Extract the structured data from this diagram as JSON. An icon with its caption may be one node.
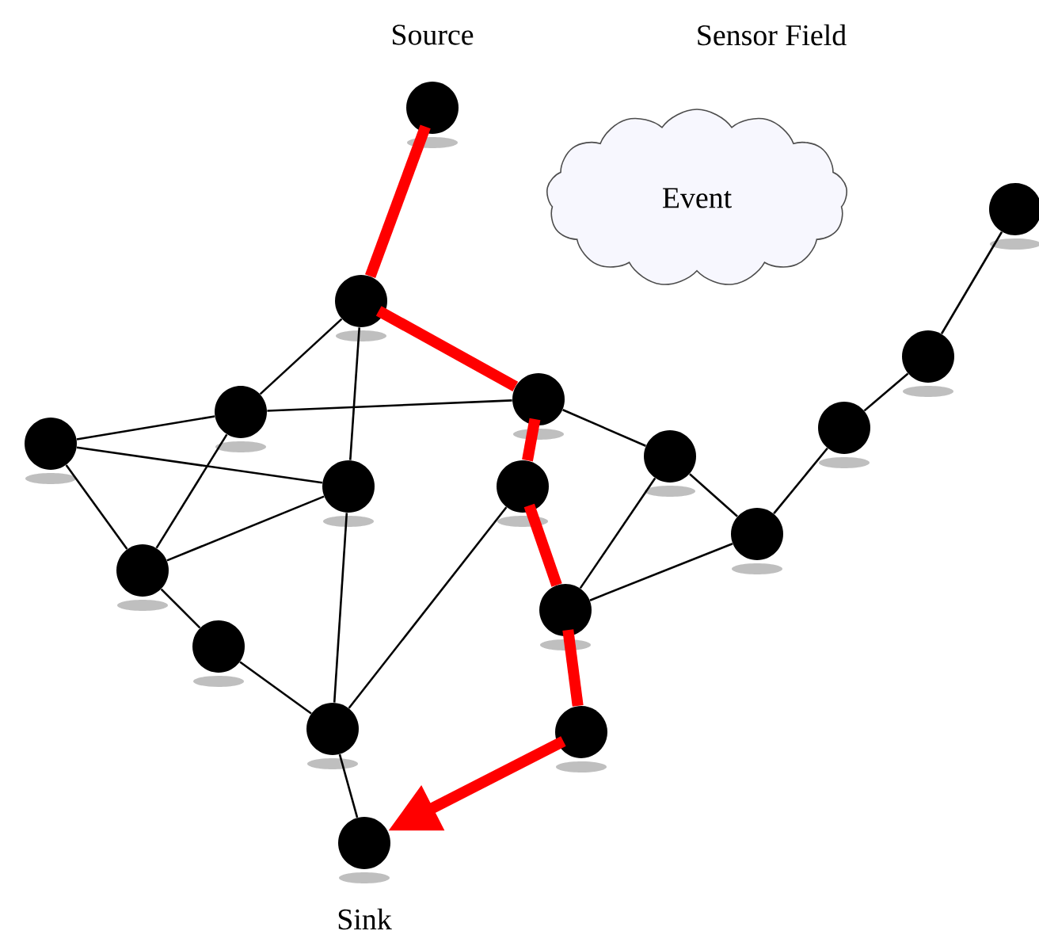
{
  "diagram": {
    "nodes": [
      {
        "text": [],
        "shape": "circle",
        "beside": [
          "Source"
        ]
      },
      {
        "text": [
          "Event"
        ]
      },
      {
        "text": [],
        "shape": "circle"
      },
      {
        "text": [],
        "shape": "circle"
      },
      {
        "text": [],
        "shape": "circle"
      },
      {
        "text": [],
        "shape": "circle"
      },
      {
        "text": [],
        "shape": "circle"
      },
      {
        "text": [],
        "shape": "circle"
      },
      {
        "text": [],
        "shape": "circle"
      },
      {
        "text": [],
        "shape": "circle"
      },
      {
        "text": [],
        "shape": "circle"
      },
      {
        "text": [],
        "shape": "circle"
      },
      {
        "text": [],
        "shape": "circle"
      },
      {
        "text": [],
        "shape": "circle"
      },
      {
        "text": [],
        "shape": "circle"
      },
      {
        "text": [],
        "shape": "circle"
      },
      {
        "text": [],
        "shape": "circle"
      },
      {
        "text": [],
        "shape": "circle"
      },
      {
        "text": [],
        "shape": "circle",
        "beside": [
          "Sink"
        ]
      }
    ],
    "edges": [
      {
        "from": 0,
        "to": 3,
        "arrow": "none",
        "style": "thick",
        "color": "#ff0000"
      },
      {
        "from": 3,
        "to": 5,
        "arrow": "none",
        "style": "thick",
        "color": "#ff0000"
      },
      {
        "from": 5,
        "to": 11,
        "arrow": "none",
        "style": "thick",
        "color": "#ff0000"
      },
      {
        "from": 11,
        "to": 14,
        "arrow": "none",
        "style": "thick",
        "color": "#ff0000"
      },
      {
        "from": 14,
        "to": 17,
        "arrow": "none",
        "style": "thick",
        "color": "#ff0000"
      },
      {
        "from": 17,
        "to": 18,
        "arrow": "to",
        "style": "thick",
        "color": "#ff0000"
      },
      {
        "from": 3,
        "to": 6,
        "arrow": "none"
      },
      {
        "from": 3,
        "to": 10,
        "arrow": "none"
      },
      {
        "from": 6,
        "to": 5,
        "arrow": "none"
      },
      {
        "from": 6,
        "to": 8,
        "arrow": "none"
      },
      {
        "from": 6,
        "to": 13,
        "arrow": "none"
      },
      {
        "from": 8,
        "to": 10,
        "arrow": "none"
      },
      {
        "from": 8,
        "to": 13,
        "arrow": "none"
      },
      {
        "from": 13,
        "to": 10,
        "arrow": "none"
      },
      {
        "from": 13,
        "to": 15,
        "arrow": "none"
      },
      {
        "from": 10,
        "to": 16,
        "arrow": "none"
      },
      {
        "from": 15,
        "to": 16,
        "arrow": "none"
      },
      {
        "from": 16,
        "to": 18,
        "arrow": "none"
      },
      {
        "from": 16,
        "to": 11,
        "arrow": "none"
      },
      {
        "from": 5,
        "to": 9,
        "arrow": "none"
      },
      {
        "from": 9,
        "to": 12,
        "arrow": "none"
      },
      {
        "from": 9,
        "to": 14,
        "arrow": "none"
      },
      {
        "from": 12,
        "to": 14,
        "arrow": "none"
      },
      {
        "from": 12,
        "to": 7,
        "arrow": "none"
      },
      {
        "from": 7,
        "to": 4,
        "arrow": "none"
      },
      {
        "from": 4,
        "to": 2,
        "arrow": "none"
      }
    ],
    "labels": [
      "Sensor Field"
    ]
  }
}
